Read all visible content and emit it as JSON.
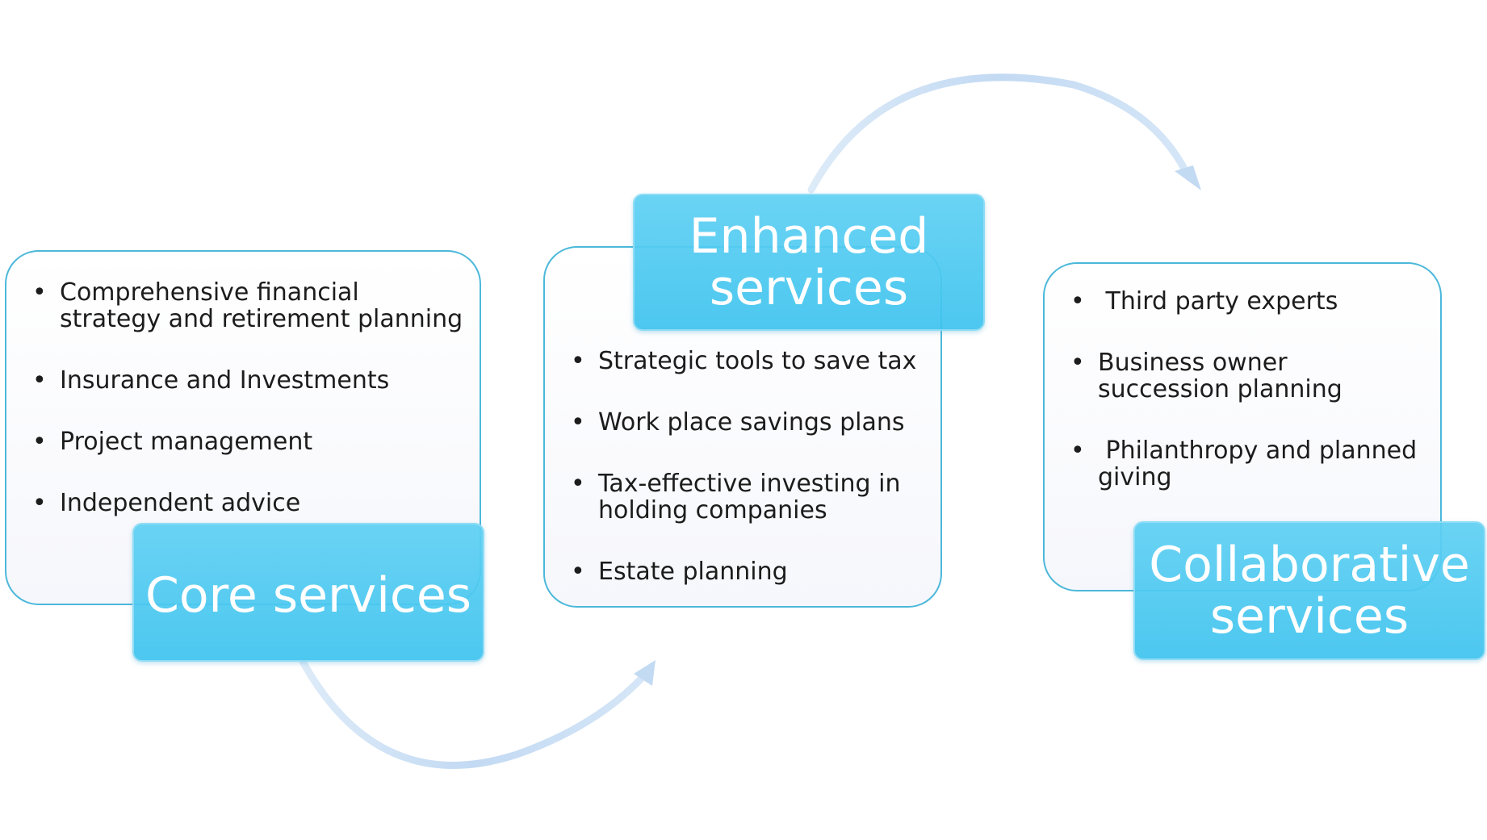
{
  "core": {
    "title": "Core services",
    "items": [
      "Comprehensive financial strategy and retirement planning",
      "Insurance and Investments",
      "Project management",
      "Independent advice"
    ]
  },
  "enhanced": {
    "title": "Enhanced services",
    "items": [
      "Strategic tools to save tax",
      "Work place savings plans",
      "Tax-effective investing in holding companies",
      "Estate planning"
    ]
  },
  "collaborative": {
    "title": "Collaborative services",
    "items": [
      " Third party experts",
      "Business owner succession planning",
      " Philanthropy and planned giving"
    ]
  },
  "bullet": "•",
  "colors": {
    "label_fill": "#45c4ef",
    "card_border": "#4cb8da",
    "arrow": "#c7dff5"
  }
}
